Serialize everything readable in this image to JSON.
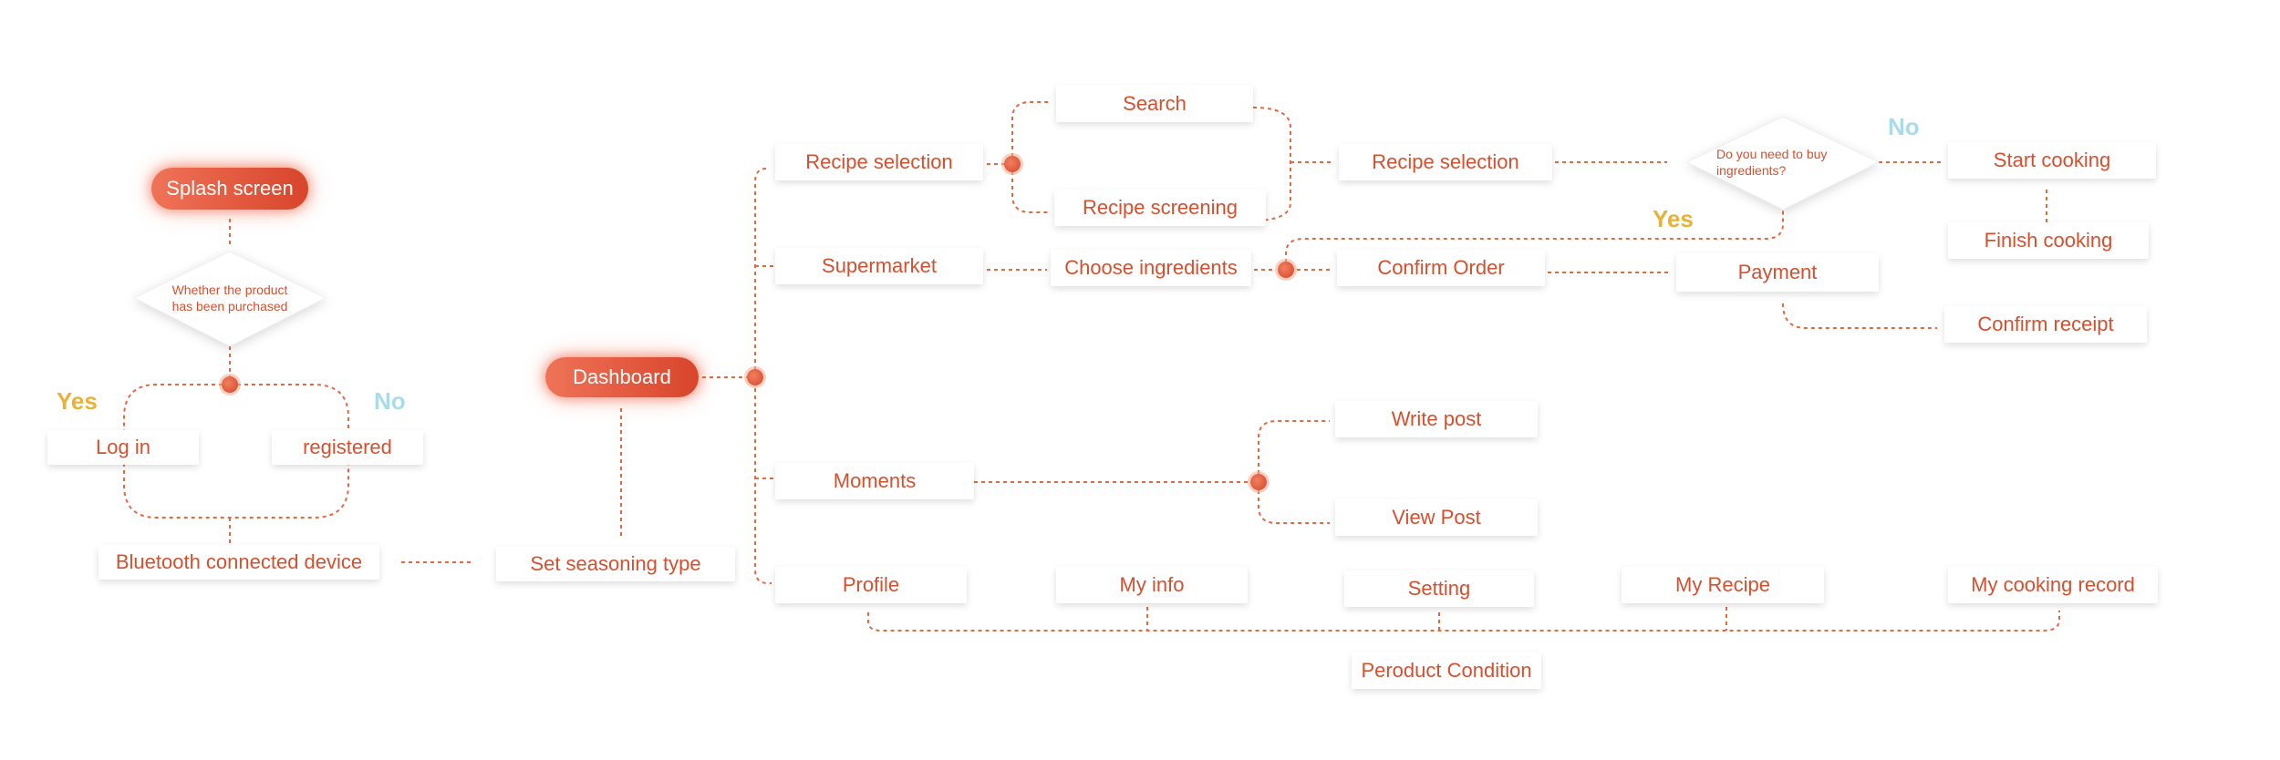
{
  "colors": {
    "accent": "#d4502f",
    "line": "#e06a44",
    "yes": "#e8b23a",
    "no": "#a9dce8"
  },
  "labels": {
    "splash": "Splash screen",
    "purchased_q": "Whether the product has been purchased",
    "yes": "Yes",
    "no": "No",
    "login": "Log in",
    "registered": "registered",
    "bluetooth": "Bluetooth connected device",
    "seasoning": "Set seasoning type",
    "dashboard": "Dashboard",
    "recipe_selection": "Recipe selection",
    "supermarket": "Supermarket",
    "moments": "Moments",
    "profile": "Profile",
    "search": "Search",
    "recipe_screening": "Recipe screening",
    "choose_ingredients": "Choose ingredients",
    "recipe_selection_2": "Recipe selection",
    "confirm_order": "Confirm Order",
    "buy_q": "Do you need to buy ingredients?",
    "payment": "Payment",
    "confirm_receipt": "Confirm receipt",
    "start_cooking": "Start cooking",
    "finish_cooking": "Finish cooking",
    "write_post": "Write post",
    "view_post": "View Post",
    "my_info": "My info",
    "setting": "Setting",
    "my_recipe": "My Recipe",
    "my_cooking_record": "My cooking record",
    "product_condition": "Peroduct Condition"
  }
}
